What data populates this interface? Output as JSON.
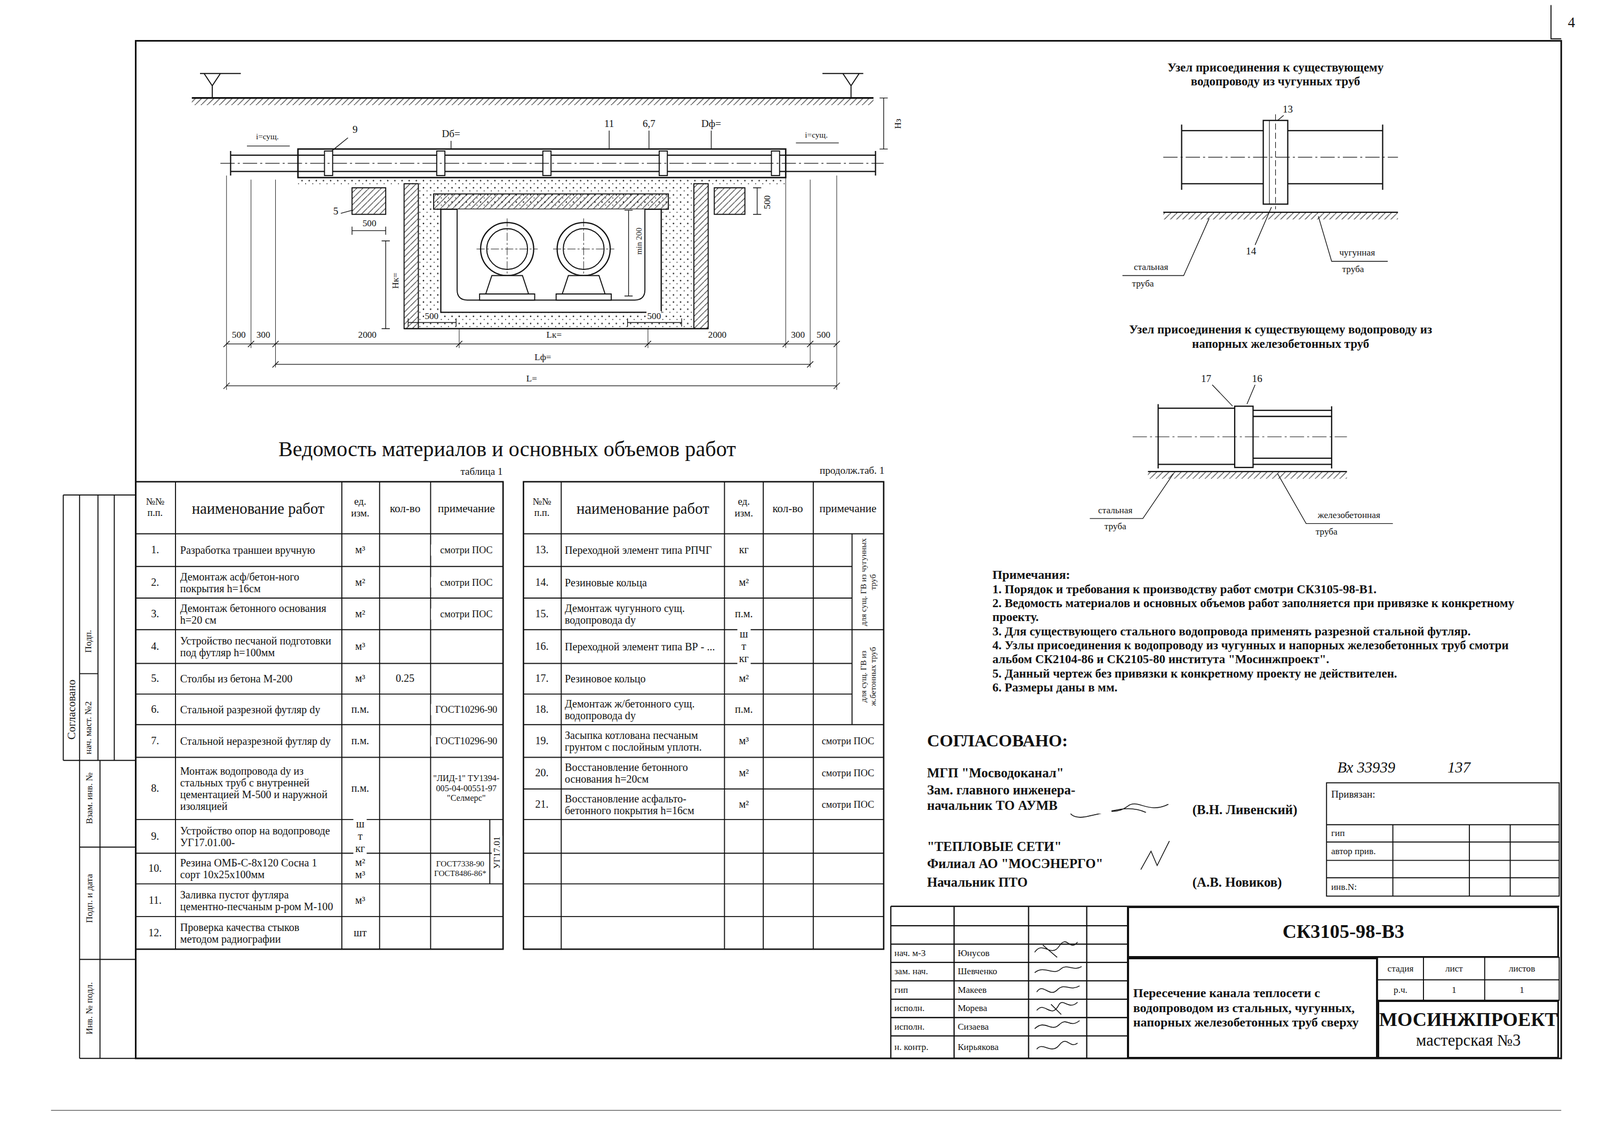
{
  "diagram": {
    "title": "Ведомость материалов и основных объемов работ",
    "nodes": [
      {
        "text": [
          "СК3105-98-В3"
        ]
      },
      {
        "text": [
          "Пересечение канала теплосети с водопроводом из стальных, чугунных, напорных железобетонных труб сверху"
        ]
      },
      {
        "text": [
          "МОСИНЖПРОЕКТ",
          "мастерская №3"
        ]
      }
    ],
    "labels": [
      "4",
      "9",
      "Dб=",
      "11",
      "6,7",
      "Dф=",
      "Нз",
      "i=сущ.",
      "i=сущ.",
      "5",
      "500",
      "500",
      "Нк=",
      "min 200",
      "500",
      "500",
      "500",
      "300",
      "2000",
      "Lк=",
      "2000",
      "300",
      "500",
      "Lф=",
      "L=",
      "Узел присоединения к существующему водопроводу из чугунных труб",
      "13",
      "14",
      "стальная",
      "труба",
      "чугунная",
      "труба",
      "Узел присоединения к существующему водопроводу из напорных железобетонных труб",
      "17",
      "16",
      "стальная",
      "труба",
      "железобетонная",
      "труба",
      "таблица 1",
      "продолж.таб. 1",
      "№№ п.п.",
      "наименование работ",
      "ед. изм.",
      "кол-во",
      "примечание",
      "№№ п.п.",
      "наименование работ",
      "ед. изм.",
      "кол-во",
      "примечание",
      "1.",
      "Разработка траншеи вручную",
      "м³",
      "смотри ПОС",
      "2.",
      "Демонтаж асф/бетон-ного покрытия h=16см",
      "м²",
      "смотри ПОС",
      "3.",
      "Демонтаж бетонного основания h=20 см",
      "м²",
      "смотри ПОС",
      "4.",
      "Устройство песчаной подготовки под футляр h=100мм",
      "м³",
      "5.",
      "Столбы из бетона М-200",
      "м³",
      "0.25",
      "6.",
      "Стальной разрезной футляр dy",
      "п.м.",
      "ГОСТ10296-90",
      "7.",
      "Стальной неразрезной футляр dy",
      "п.м.",
      "ГОСТ10296-90",
      "8.",
      "Монтаж водопровода dy из стальных труб с внутренней цементацией М-500 и наружной изоляцией",
      "п.м.",
      "\"ЛИД-1\" ТУ1394-005-04-00551-97 \"Селмерс\"",
      "9.",
      "Устройство опор на водопроводе УГ17.01.00-",
      "шт кг",
      "УГ17.01",
      "10.",
      "Резина ОМБ-С-8х120 Сосна 1 сорт 10х25х100мм",
      "м² м³",
      "ГОСТ7338-90 ГОСТ8486-86*",
      "11.",
      "Заливка пустот футляра цементно-песчаным р-ром М-100",
      "м³",
      "12.",
      "Проверка качества стыков методом радиографии",
      "шт",
      "13.",
      "Переходной элемент типа РПЧГ",
      "кг",
      "14.",
      "Резиновые кольца",
      "м²",
      "15.",
      "Демонтаж чугунного сущ. водопровода dy",
      "п.м.",
      "для сущ. ГВ из чугунных труб",
      "16.",
      "Переходной элемент типа ВР - ...",
      "шт кг",
      "17.",
      "Резиновое кольцо",
      "м²",
      "18.",
      "Демонтаж ж/бетонного сущ. водопровода dy",
      "п.м.",
      "для сущ. ГВ из ж.бетонных труб",
      "19.",
      "Засыпка котлована песчаным грунтом с послойным уплотн.",
      "м³",
      "смотри ПОС",
      "20.",
      "Восстановление бетонного основания h=20см",
      "м²",
      "смотри ПОС",
      "21.",
      "Восстановление асфальто-бетонного покрытия h=16см",
      "м²",
      "смотри ПОС",
      "Примечания:",
      "1. Порядок и требования к производству работ смотри СК3105-98-В1.",
      "2. Ведомость материалов и основных объемов работ заполняется при привязке к конкретному проекту.",
      "3. Для существующего стального водопровода применять разрезной стальной футляр.",
      "4. Узлы присоединения к водопроводу из чугунных и напорных железобетонных труб смотри альбом СК2104-86 и СК2105-80 института \"Мосинжпроект\".",
      "5. Данный чертеж без привязки к конкретному проекту не действителен.",
      "6. Размеры даны в мм.",
      "СОГЛАСОВАНО:",
      "МГП \"Мосводоканал\"",
      "Зам. главного инженера-начальник ТО АУМВ",
      "(В.Н. Ливенский)",
      "\"ТЕПЛОВЫЕ СЕТИ\"",
      "Филиал АО \"МОСЭНЕРГО\"",
      "Начальник ПТО",
      "(А.В. Новиков)",
      "Вх 33939",
      "137",
      "Привязан:",
      "гип",
      "автор прив.",
      "инв.N:",
      "нач. м-3",
      "Юнусов",
      "зам. нач.",
      "Шевченко",
      "гип",
      "Макеев",
      "исполн.",
      "Морева",
      "исполн.",
      "Сизаева",
      "н. контр.",
      "Кирьякова",
      "стадия",
      "лист",
      "листов",
      "р.ч.",
      "1",
      "1",
      "Согласовано",
      "Подп.",
      "нач. маст. №2",
      "Взам. инв. №",
      "Подп. и дата",
      "Инв. № подл."
    ]
  }
}
